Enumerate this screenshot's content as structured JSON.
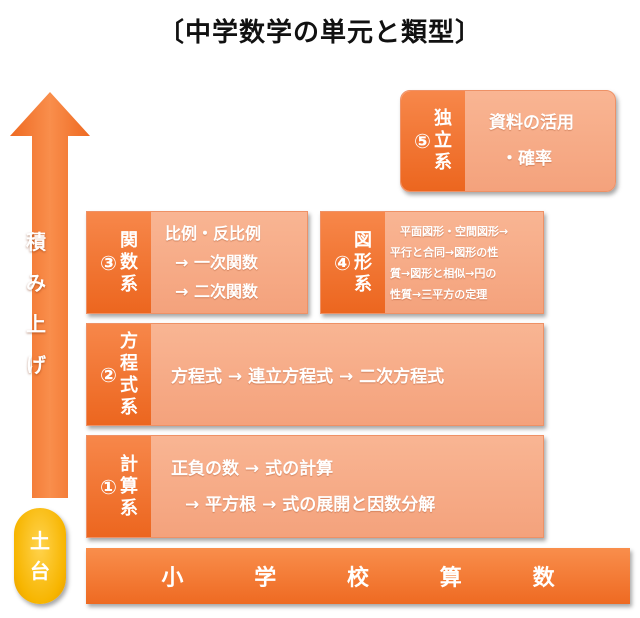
{
  "title": "〔中学数学の単元と類型〕",
  "arrow": {
    "chars": [
      "積",
      "み",
      "上",
      "げ"
    ],
    "color": "#f07a36"
  },
  "foundation": {
    "chars": [
      "土",
      "台"
    ],
    "bar_chars": [
      "小",
      "学",
      "校",
      "算",
      "数"
    ]
  },
  "levels": {
    "l1": {
      "num": "①",
      "chars": [
        "計",
        "算",
        "系"
      ],
      "lines": [
        "正負の数 → 式の計算",
        "→ 平方根 → 式の展開と因数分解"
      ]
    },
    "l2": {
      "num": "②",
      "chars": [
        "方",
        "程",
        "式",
        "系"
      ],
      "lines": [
        "方程式 → 連立方程式 → 二次方程式"
      ]
    },
    "l3": {
      "num": "③",
      "chars": [
        "関",
        "数",
        "系"
      ],
      "lines": [
        "比例・反比例",
        "→ 一次関数",
        "→ 二次関数"
      ]
    },
    "l4": {
      "num": "④",
      "chars": [
        "図",
        "形",
        "系"
      ],
      "lines": [
        "平面図形・空間図形→",
        "平行と合同→図形の性",
        "質→図形と相似→円の",
        "性質→三平方の定理"
      ]
    },
    "l5": {
      "num": "⑤",
      "chars": [
        "独",
        "立",
        "系"
      ],
      "lines": [
        "資料の活用",
        "・確率"
      ]
    }
  },
  "colors": {
    "accent": "#ec661f",
    "panel": "#f6aa86",
    "foundation": "#f7b500"
  }
}
